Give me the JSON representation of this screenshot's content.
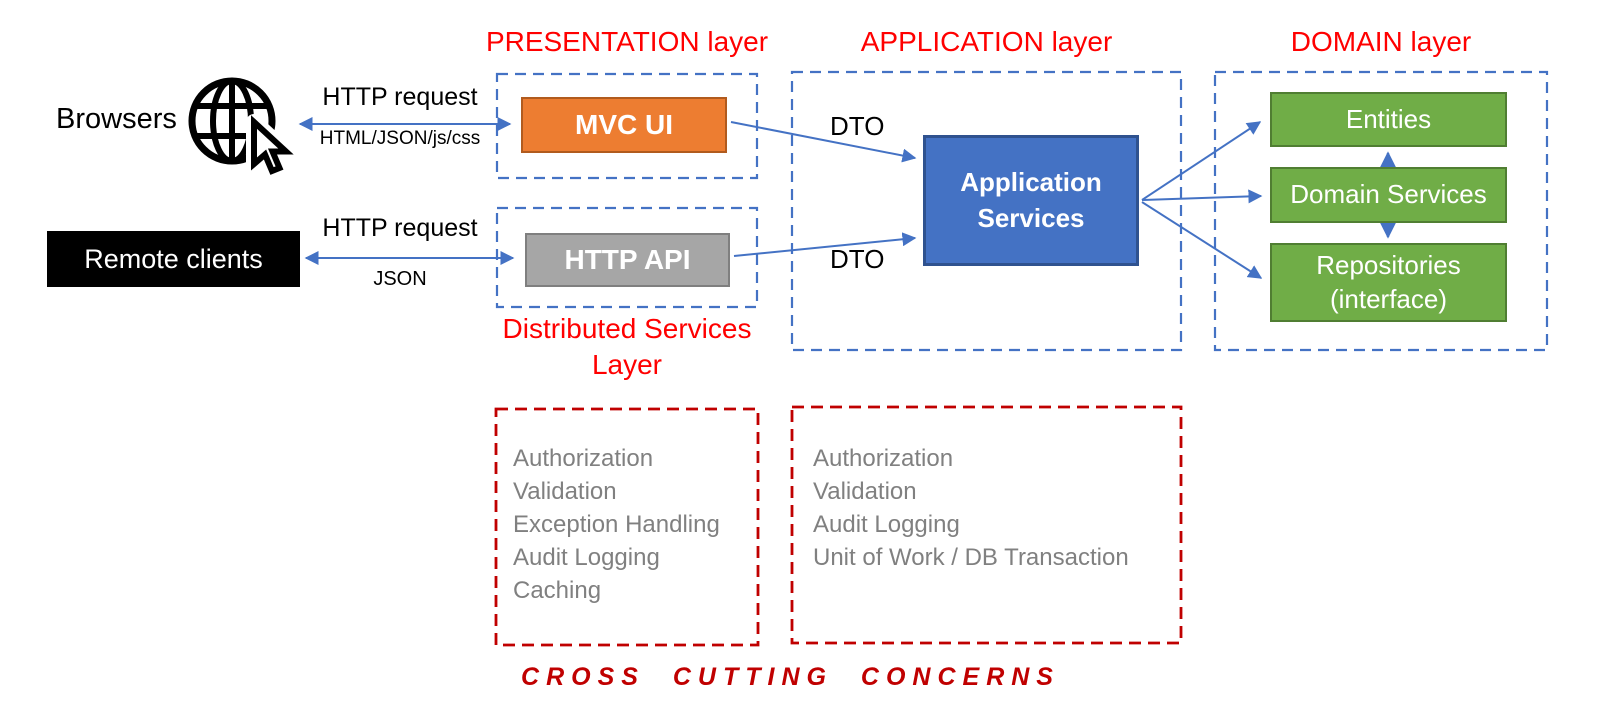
{
  "colors": {
    "accent_blue": "#4472C4",
    "blue_border": "#2F528F",
    "orange": "#ED7D31",
    "orange_border": "#B15B1E",
    "green": "#70AD47",
    "green_border": "#507E32",
    "gray_fill": "#A6A6A6",
    "gray_border": "#7F7F7F",
    "title_red": "#FF0000",
    "concern_red": "#C00000",
    "muted_text": "#808080"
  },
  "clients": {
    "browsers_label": "Browsers",
    "browsers_icon": "globe-cursor-icon",
    "remote_clients_label": "Remote clients",
    "browser_connection": {
      "top": "HTTP request",
      "bottom": "HTML/JSON/js/css"
    },
    "remote_connection": {
      "top": "HTTP request",
      "bottom": "JSON"
    }
  },
  "presentation": {
    "title": "PRESENTATION layer",
    "mvc_ui_label": "MVC UI"
  },
  "distributed": {
    "title_line1": "Distributed Services",
    "title_line2": "Layer",
    "http_api_label": "HTTP API"
  },
  "application": {
    "title": "APPLICATION layer",
    "dto_top": "DTO",
    "dto_bottom": "DTO",
    "service_label": "Application Services"
  },
  "domain": {
    "title": "DOMAIN layer",
    "boxes": [
      "Entities",
      "Domain Services",
      "Repositories (interface)"
    ]
  },
  "cross_cutting": {
    "left_items": [
      "Authorization",
      "Validation",
      "Exception Handling",
      "Audit Logging",
      "Caching"
    ],
    "right_items": [
      "Authorization",
      "Validation",
      "Audit Logging",
      "Unit of Work / DB Transaction"
    ],
    "footer": "CROSS CUTTING CONCERNS"
  }
}
